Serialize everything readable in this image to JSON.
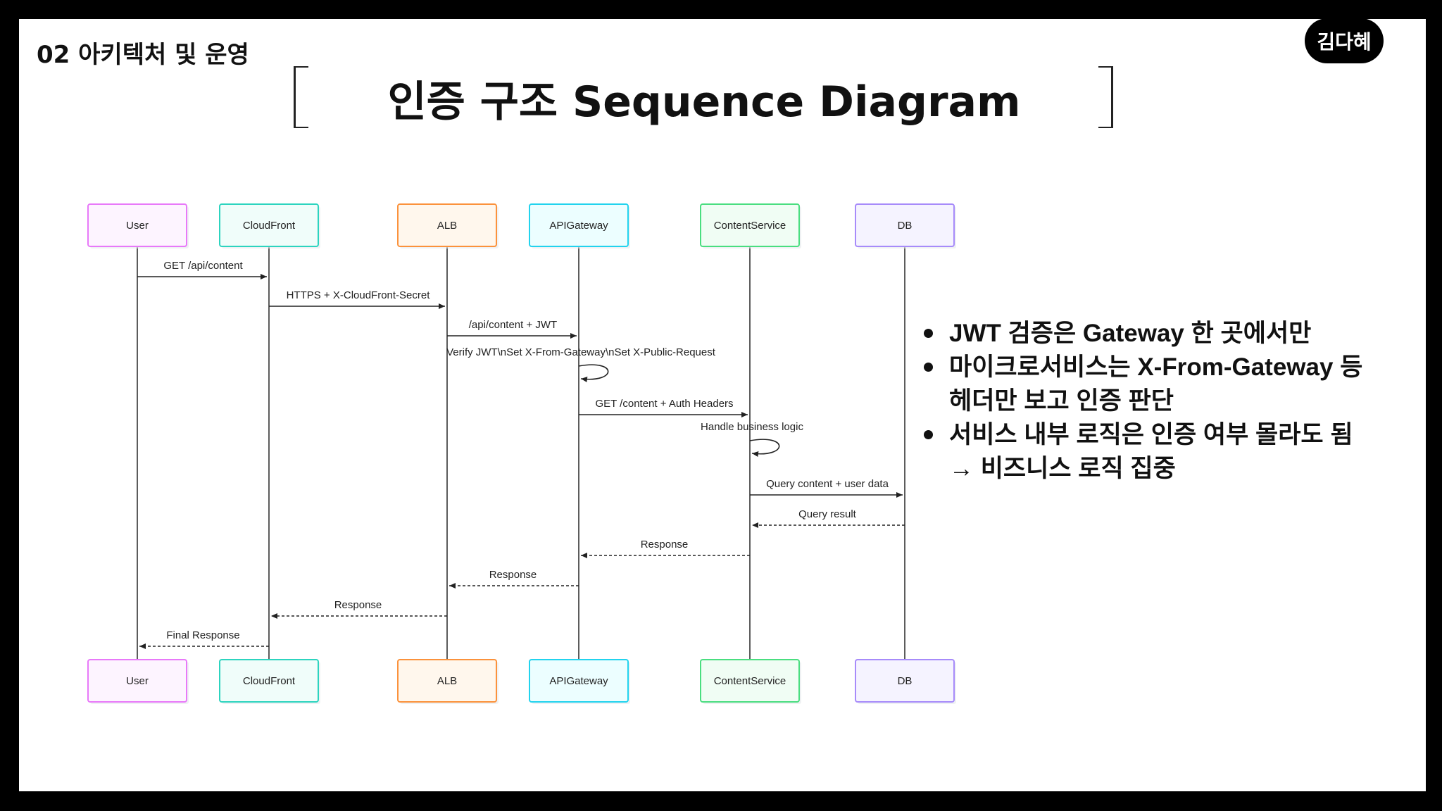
{
  "header": {
    "section": "02 아키텍처 및 운영",
    "title": "인증 구조 Sequence Diagram",
    "author": "김다혜"
  },
  "diagram": {
    "participants": [
      {
        "id": "user",
        "label": "User",
        "stroke": "#e879f9",
        "fill": "#fdf4ff"
      },
      {
        "id": "cloudfront",
        "label": "CloudFront",
        "stroke": "#2dd4bf",
        "fill": "#f0fdfa"
      },
      {
        "id": "alb",
        "label": "ALB",
        "stroke": "#fb923c",
        "fill": "#fff7ed"
      },
      {
        "id": "apigateway",
        "label": "APIGateway",
        "stroke": "#22d3ee",
        "fill": "#ecfeff"
      },
      {
        "id": "contentservice",
        "label": "ContentService",
        "stroke": "#4ade80",
        "fill": "#f0fdf4"
      },
      {
        "id": "db",
        "label": "DB",
        "stroke": "#a78bfa",
        "fill": "#f5f3ff"
      }
    ],
    "messages": [
      {
        "from": 0,
        "to": 1,
        "label": "GET /api/content",
        "style": "solid"
      },
      {
        "from": 1,
        "to": 2,
        "label": "HTTPS + X-CloudFront-Secret",
        "style": "solid"
      },
      {
        "from": 2,
        "to": 3,
        "label": "/api/content + JWT",
        "style": "solid"
      },
      {
        "from": 3,
        "to": 3,
        "label": "Verify JWT\\nSet X-From-Gateway\\nSet X-Public-Request",
        "style": "self"
      },
      {
        "from": 3,
        "to": 4,
        "label": "GET /content + Auth Headers",
        "style": "solid"
      },
      {
        "from": 4,
        "to": 4,
        "label": "Handle business logic",
        "style": "self"
      },
      {
        "from": 4,
        "to": 5,
        "label": "Query content + user data",
        "style": "solid"
      },
      {
        "from": 5,
        "to": 4,
        "label": "Query result",
        "style": "dashed"
      },
      {
        "from": 4,
        "to": 3,
        "label": "Response",
        "style": "dashed"
      },
      {
        "from": 3,
        "to": 2,
        "label": "Response",
        "style": "dashed"
      },
      {
        "from": 2,
        "to": 1,
        "label": "Response",
        "style": "dashed"
      },
      {
        "from": 1,
        "to": 0,
        "label": "Final Response",
        "style": "dashed"
      }
    ]
  },
  "bullets": [
    {
      "lines": [
        "JWT 검증은 Gateway 한 곳에서만"
      ]
    },
    {
      "lines": [
        "마이크로서비스는 X-From-Gateway 등",
        "헤더만 보고 인증 판단"
      ]
    },
    {
      "lines": [
        "서비스 내부 로직은 인증 여부 몰라도 됨",
        "→ 비즈니스 로직 집중"
      ]
    }
  ]
}
